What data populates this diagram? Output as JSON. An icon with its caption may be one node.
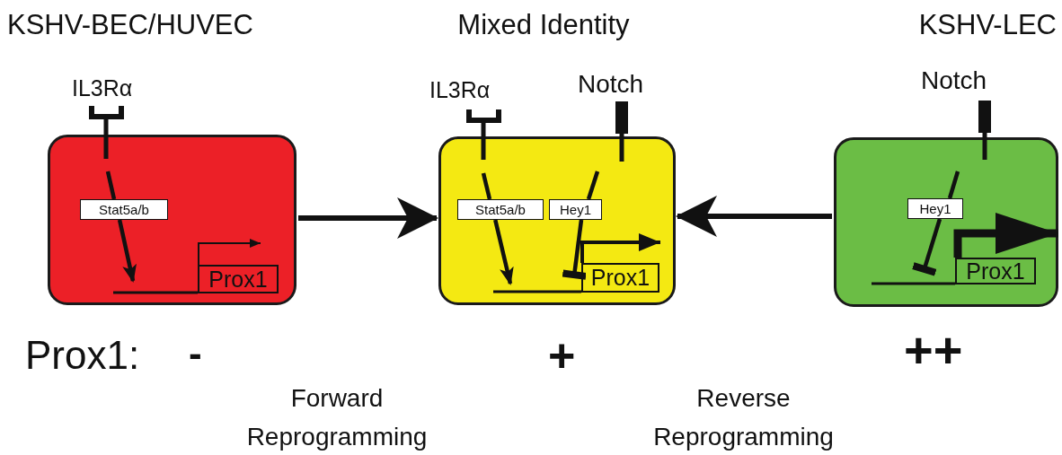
{
  "diagram": {
    "nodes": [
      {
        "text": [
          "KSHV-BEC/HUVEC"
        ]
      },
      {
        "text": [
          "Stat5a/b"
        ],
        "in": 0
      },
      {
        "text": [
          "Prox1"
        ],
        "in": 0
      },
      {
        "text": [
          "Mixed Identity"
        ]
      },
      {
        "text": [
          "Stat5a/b"
        ],
        "in": 3
      },
      {
        "text": [
          "Hey1"
        ],
        "in": 3
      },
      {
        "text": [
          "Prox1"
        ],
        "in": 3
      },
      {
        "text": [
          "KSHV-LEC"
        ]
      },
      {
        "text": [
          "Hey1"
        ],
        "in": 7
      },
      {
        "text": [
          "Prox1"
        ],
        "in": 7
      }
    ],
    "edges": [
      {
        "from": 0,
        "to": 3,
        "arrow": "to"
      },
      {
        "from": 7,
        "to": 3,
        "arrow": "to"
      },
      {
        "from": 1,
        "to": null,
        "arrow": "to"
      },
      {
        "from": 4,
        "to": null,
        "arrow": "to"
      },
      {
        "from": 5,
        "to": 6,
        "arrow": "other"
      },
      {
        "from": 8,
        "to": 9,
        "arrow": "other"
      }
    ],
    "labels": [
      "IL3Rα",
      "IL3Rα",
      "Notch",
      "Notch",
      "Prox1:",
      "-",
      "+",
      "++",
      "Forward Reprogramming",
      "Reverse Reprogramming"
    ]
  }
}
